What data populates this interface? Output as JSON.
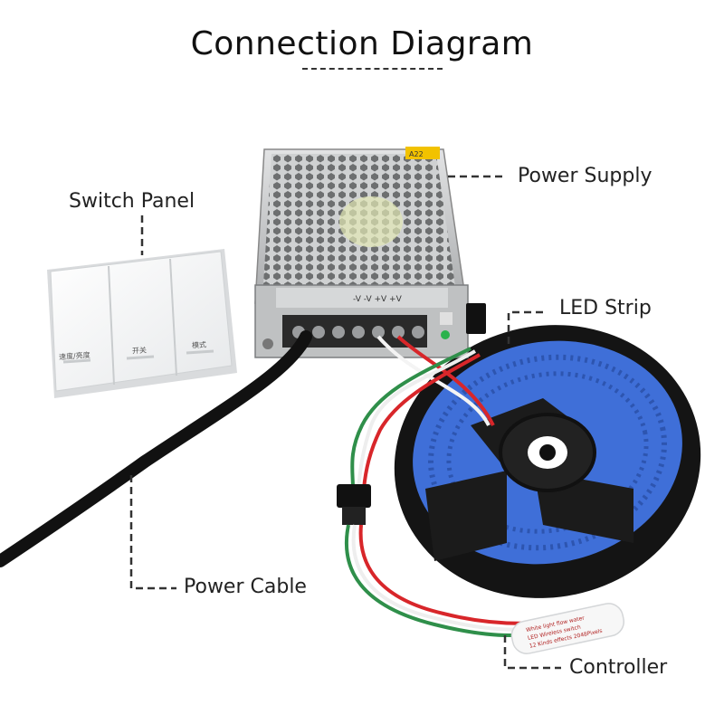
{
  "title": "Connection Diagram",
  "labels": {
    "switch_panel": "Switch Panel",
    "power_supply": "Power Supply",
    "led_strip": "LED Strip",
    "power_cable": "Power Cable",
    "controller": "Controller"
  },
  "switch_panel": {
    "buttons": [
      "速度/亮度",
      "开关",
      "模式"
    ]
  },
  "power_supply": {
    "sticker": "A22",
    "terminal_text": "-V -V +V +V"
  },
  "controller": {
    "text_lines": [
      "White light flow water",
      "LED Wireless switch",
      "12 Kinds effects 2048Pixels"
    ]
  },
  "colors": {
    "led_blue": "#3f6fd8",
    "reel": "#1b1b1b",
    "metal": "#c9cbcc",
    "wire_red": "#d8262a",
    "wire_green": "#2f8f4a"
  }
}
